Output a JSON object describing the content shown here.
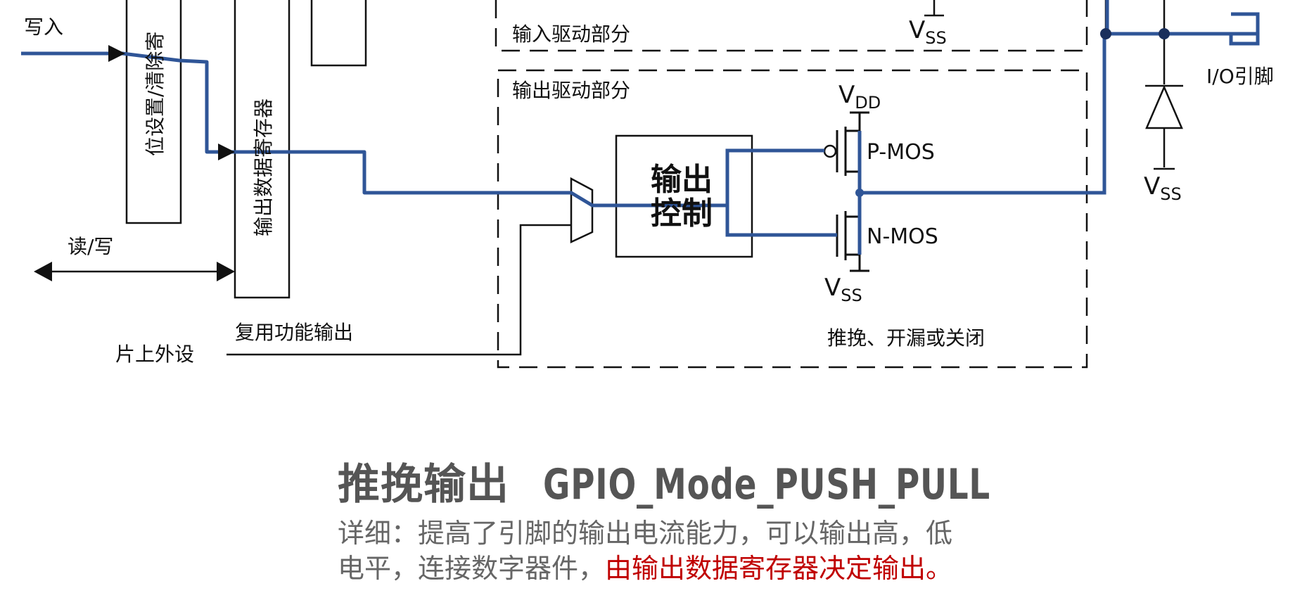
{
  "diagram": {
    "labels": {
      "write": "写入",
      "bit_set_reset_register": "位设置/清除寄",
      "output_data_register": "输出数据寄存器",
      "read_write": "读/写",
      "onchip_peripheral": "片上外设",
      "alt_function_output": "复用功能输出",
      "input_driver_section": "输入驱动部分",
      "output_driver_section": "输出驱动部分",
      "output_control_line1": "输出",
      "output_control_line2": "控制",
      "vdd": "V",
      "vdd_sub": "DD",
      "vss": "V",
      "vss_sub": "SS",
      "pmos": "P-MOS",
      "nmos": "N-MOS",
      "push_pull_opendrain_off": "推挽、开漏或关闭",
      "io_pin": "I/O引脚"
    },
    "colors": {
      "signal_path": "#2f5597",
      "lines": "#111111"
    }
  },
  "caption": {
    "title_cn": "推挽输出",
    "title_mode": "GPIO_Mode_PUSH_PULL",
    "desc_line1": "详细：提高了引脚的输出电流能力，可以输出高，低",
    "desc_line2_normal": "电平，连接数字器件，",
    "desc_line2_highlight": "由输出数据寄存器决定输出。",
    "highlight_color": "#c00000"
  }
}
